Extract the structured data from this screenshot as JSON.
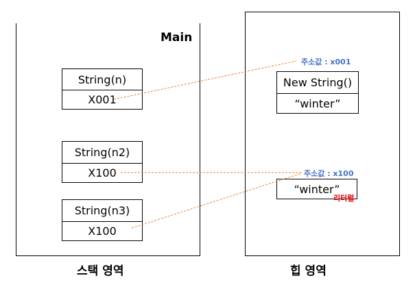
{
  "stack": {
    "caption": "스택 영역",
    "title": "Main",
    "vars": [
      {
        "type": "String(n)",
        "value": "X001"
      },
      {
        "type": "String(n2)",
        "value": "X100"
      },
      {
        "type": "String(n3)",
        "value": "X100"
      }
    ]
  },
  "heap": {
    "caption": "힙 영역",
    "object": {
      "address": "주소값 : x001",
      "header": "New String()",
      "value": "“winter”"
    },
    "literal": {
      "address": "주소값 : x100",
      "value": "“winter”",
      "tag": "리터럴"
    }
  },
  "colors": {
    "address": "#4472c4",
    "tag": "#e00000",
    "arrow": "#ed7d31",
    "border": "#000000"
  }
}
